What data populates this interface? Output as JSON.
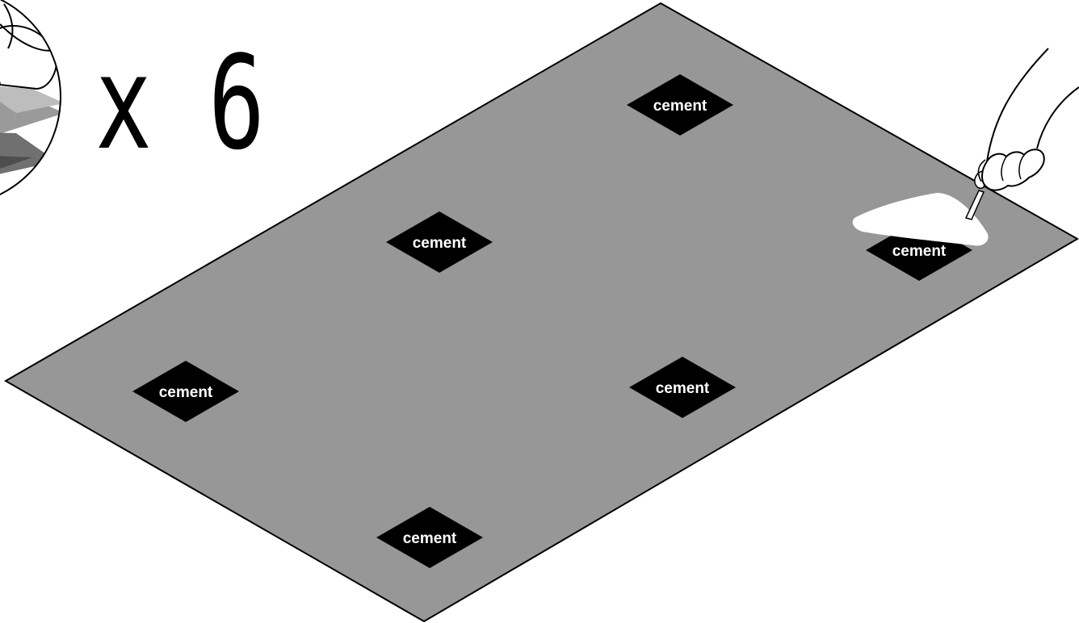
{
  "multiplier": "x 6",
  "cement_spots": [
    {
      "label": "cement"
    },
    {
      "label": "cement"
    },
    {
      "label": "cement"
    },
    {
      "label": "cement"
    },
    {
      "label": "cement"
    },
    {
      "label": "cement"
    }
  ],
  "colors": {
    "board": "#979797",
    "spot": "#000000",
    "spot_text": "#ffffff",
    "outline": "#000000",
    "trowel": "#ffffff"
  }
}
